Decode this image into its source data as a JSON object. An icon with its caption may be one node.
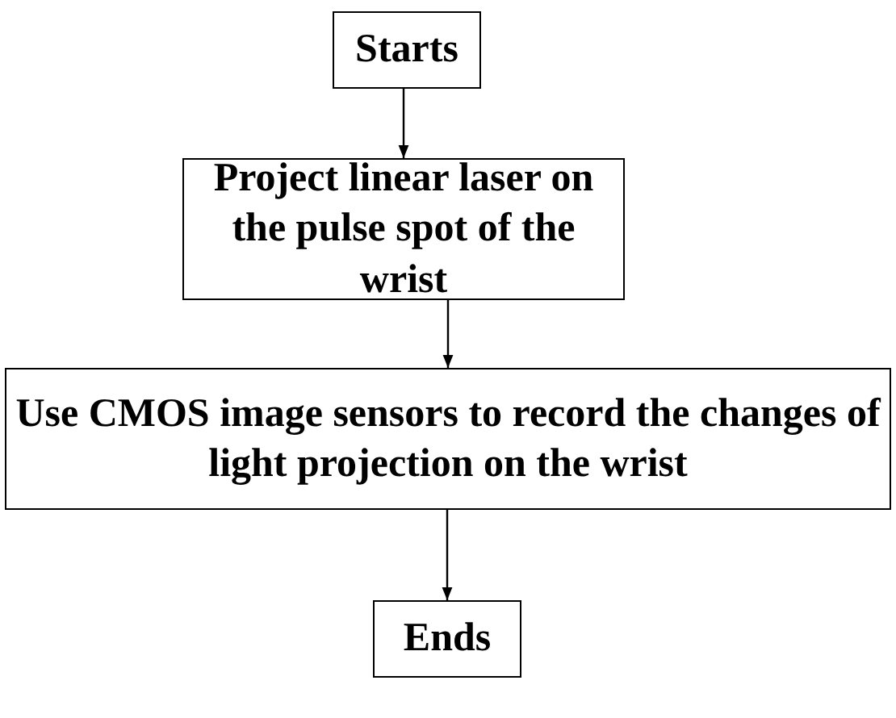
{
  "diagram": {
    "nodes": [
      {
        "text": [
          "Starts"
        ]
      },
      {
        "text": [
          "Project linear laser on the pulse spot of the wrist"
        ]
      },
      {
        "text": [
          "Use CMOS image sensors to record the changes of light projection on the wrist"
        ]
      },
      {
        "text": [
          "Ends"
        ]
      }
    ],
    "edges": [
      {
        "from": 0,
        "to": 1,
        "arrow": "to"
      },
      {
        "from": 1,
        "to": 2,
        "arrow": "to"
      },
      {
        "from": 2,
        "to": 3,
        "arrow": "to"
      }
    ]
  }
}
